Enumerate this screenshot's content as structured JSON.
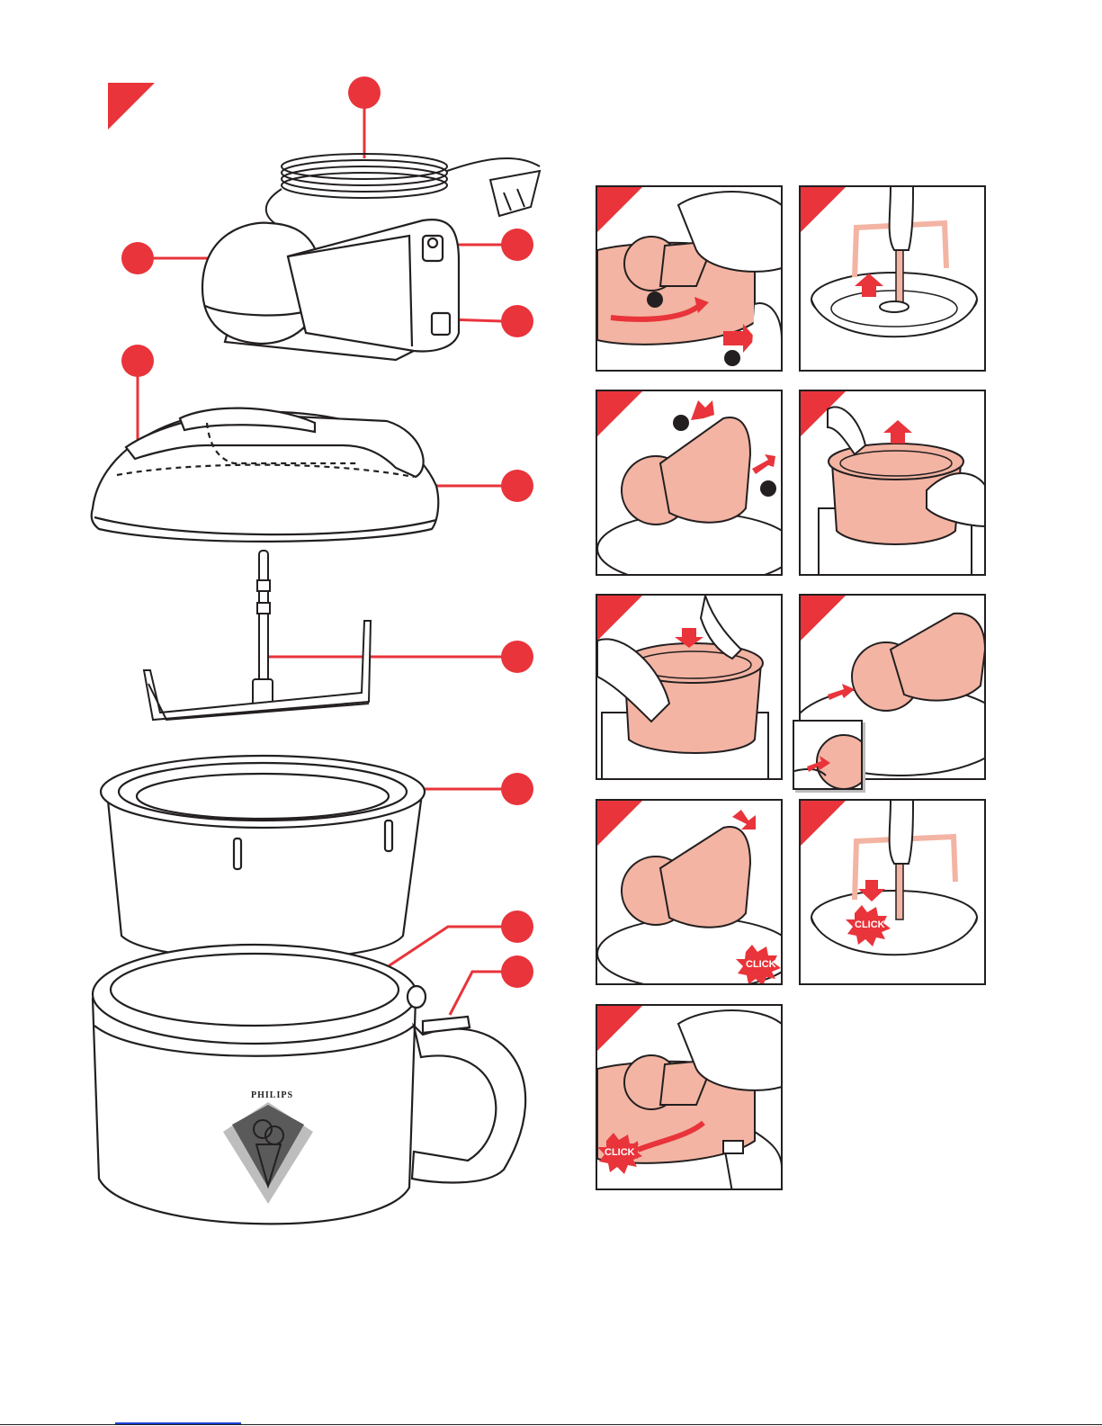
{
  "colors": {
    "accent": "#e8343a",
    "part_fill": "#f3b4a3",
    "outline": "#231f20",
    "brand_grey_dark": "#5a5a5a",
    "brand_grey_light": "#bdbdbd"
  },
  "brand": {
    "name": "PHILIPS",
    "logo_icon": "ice-cream-cone-icon"
  },
  "click_label": "CLICK",
  "overview": {
    "callouts": [
      "power-cord",
      "motor-unit",
      "lid",
      "stirring-paddle",
      "ice-cream-bowl",
      "freezer-container",
      "handle"
    ]
  },
  "steps": [
    {
      "id": 1,
      "icon": "rotate-motor-arrow-icon"
    },
    {
      "id": 2,
      "icon": "lift-paddle-arrow-icon"
    },
    {
      "id": 3,
      "icon": "tilt-motor-arrow-icon"
    },
    {
      "id": 4,
      "icon": "lift-bowl-arrow-icon"
    },
    {
      "id": 5,
      "icon": "insert-bowl-arrow-icon"
    },
    {
      "id": 6,
      "icon": "place-motor-arrow-icon"
    },
    {
      "id": 7,
      "icon": "click-burst-icon"
    },
    {
      "id": 8,
      "icon": "click-burst-icon"
    },
    {
      "id": 9,
      "icon": "click-burst-icon"
    }
  ]
}
